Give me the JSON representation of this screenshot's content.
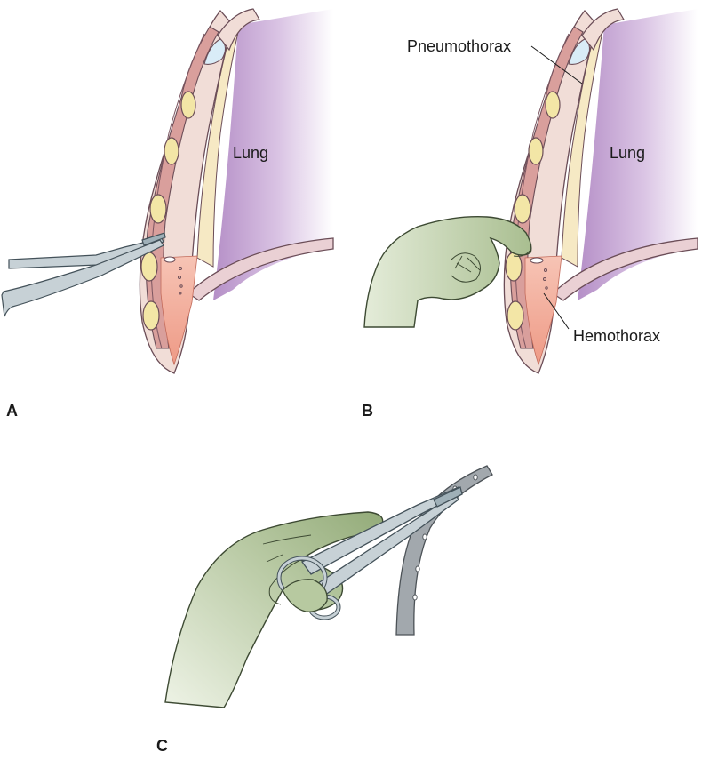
{
  "panels": [
    {
      "id": "A",
      "letter": "A"
    },
    {
      "id": "B",
      "letter": "B"
    },
    {
      "id": "C",
      "letter": "C"
    }
  ],
  "labels": {
    "lung": "Lung",
    "pneumothorax": "Pneumothorax",
    "hemothorax": "Hemothorax"
  },
  "colors": {
    "lung": "#c9a6d6",
    "pleural_space": "#f6e9c4",
    "skin": "#f1ddd7",
    "muscle": "#d99f9c",
    "rib": "#f3e6a6",
    "air": "#d9ecf7",
    "blood": "#f0a994",
    "glove": "#b7c9a0",
    "instrument": "#b9c4ca",
    "tube": "#9aa0a5"
  }
}
